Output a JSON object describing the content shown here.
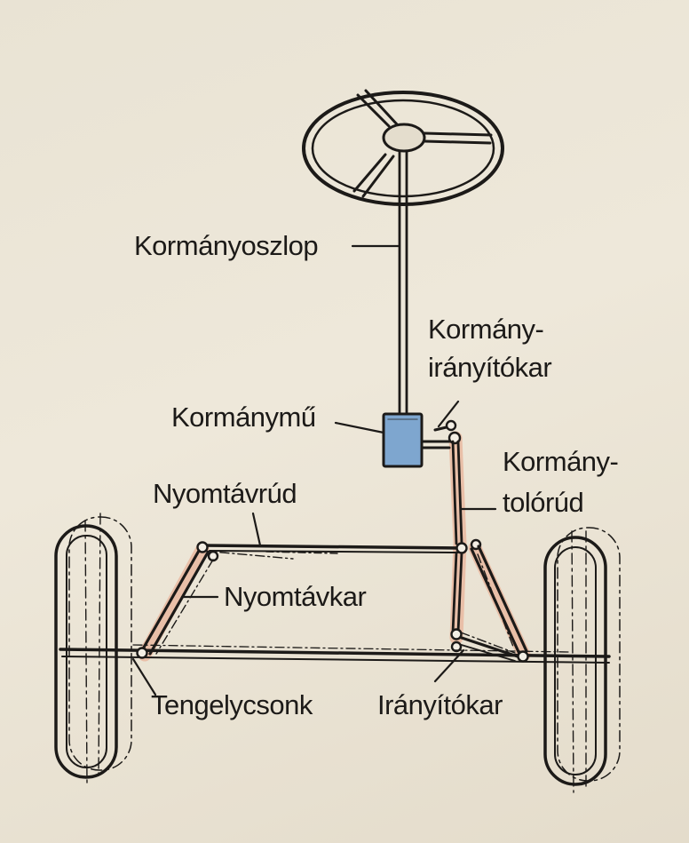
{
  "labels": {
    "column": "Kormányoszlop",
    "pitman_line1": "Kormány-",
    "pitman_line2": "irányítókar",
    "gearbox": "Kormánymű",
    "drag_line1": "Kormány-",
    "drag_line2": "tolórúd",
    "tie_rod": "Nyomtávrúd",
    "track_arm": "Nyomtávkar",
    "stub_axle": "Tengelycsonk",
    "steering_arm": "Irányítókar"
  },
  "colors": {
    "ink": "#1c1a18",
    "gearbox_fill": "#7ea6cf",
    "highlight": "#e9b9a0",
    "paper": "#ebe4d6"
  }
}
